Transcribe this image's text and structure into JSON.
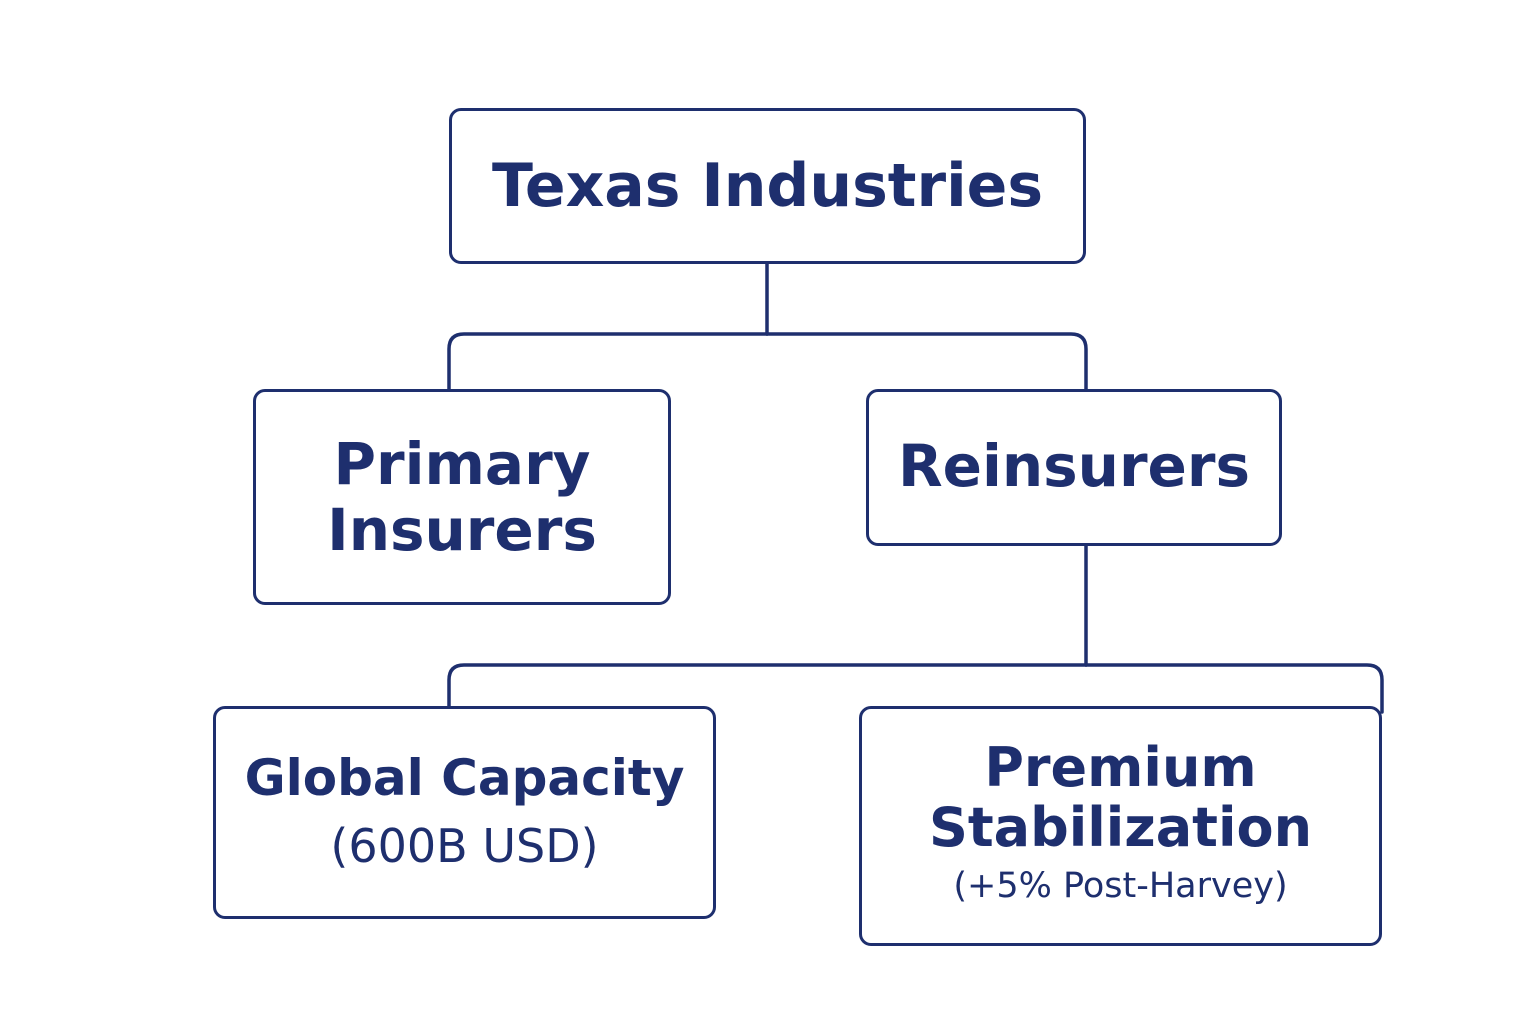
{
  "diagram": {
    "root": {
      "label": "Texas Industries"
    },
    "primary": {
      "line1": "Primary",
      "line2": "Insurers"
    },
    "reinsurers": {
      "label": "Reinsurers"
    },
    "global_capacity": {
      "line1": "Global Capacity",
      "line2": "(600B USD)"
    },
    "premium_stabilization": {
      "line1": "Premium",
      "line2": "Stabilization",
      "line3": "(+5% Post-Harvey)"
    },
    "edges": [
      {
        "from": "Texas Industries",
        "to": "Primary Insurers"
      },
      {
        "from": "Texas Industries",
        "to": "Reinsurers"
      },
      {
        "from": "Reinsurers",
        "to": "Global Capacity (600B USD)"
      },
      {
        "from": "Reinsurers",
        "to": "Premium Stabilization (+5% Post-Harvey)"
      }
    ]
  },
  "colors": {
    "stroke": "#1e2f6e",
    "text": "#1e2f6e",
    "background": "#ffffff"
  }
}
